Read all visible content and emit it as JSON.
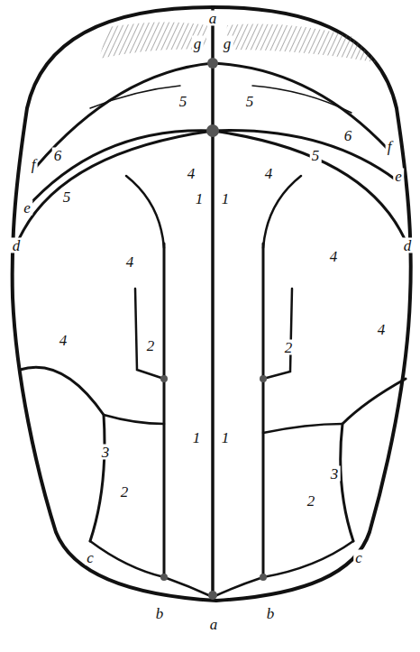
{
  "diagram": {
    "labels": [
      "a",
      "g",
      "g",
      "5",
      "5",
      "6",
      "f",
      "6",
      "f",
      "4",
      "4",
      "e",
      "5",
      "e",
      "5",
      "1",
      "1",
      "d",
      "d",
      "4",
      "4",
      "4",
      "4",
      "2",
      "2",
      "1",
      "1",
      "3",
      "3",
      "2",
      "2",
      "c",
      "c",
      "b",
      "b",
      "a"
    ]
  }
}
